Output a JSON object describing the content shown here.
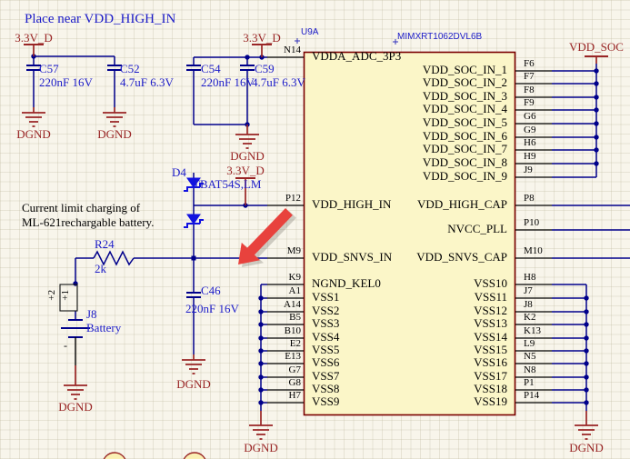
{
  "notes": {
    "place_near": "Place near VDD_HIGH_IN",
    "charging_line1": "Current limit charging of",
    "charging_line2": "ML-621rechargable battery."
  },
  "net_labels": {
    "v33d": "3.3V_D",
    "dgnd": "DGND",
    "vdd_soc": "VDD_SOC"
  },
  "components": {
    "c57": {
      "ref": "C57",
      "value": "220nF 16V"
    },
    "c52": {
      "ref": "C52",
      "value": "4.7uF 6.3V"
    },
    "c54": {
      "ref": "C54",
      "value": "220nF 16V"
    },
    "c59": {
      "ref": "C59",
      "value": "4.7uF 6.3V"
    },
    "c46": {
      "ref": "C46",
      "value": "220nF 16V"
    },
    "r24": {
      "ref": "R24",
      "value": "2k"
    },
    "d4": {
      "ref": "D4",
      "value": "TBAT54S,LM"
    },
    "j8": {
      "ref": "J8",
      "value": "Battery",
      "pin_plus2": "+2",
      "pin_plus1": "+1",
      "minus": "-"
    }
  },
  "ic": {
    "designator": "U9A",
    "part": "MIMXRT1062DVL6B",
    "left_pins": [
      {
        "des": "N14",
        "name": "VDDA_ADC_3P3"
      },
      {
        "des": "P12",
        "name": "VDD_HIGH_IN"
      },
      {
        "des": "M9",
        "name": "VDD_SNVS_IN"
      },
      {
        "des": "K9",
        "name": "NGND_KEL0"
      },
      {
        "des": "A1",
        "name": "VSS1"
      },
      {
        "des": "A14",
        "name": "VSS2"
      },
      {
        "des": "B5",
        "name": "VSS3"
      },
      {
        "des": "B10",
        "name": "VSS4"
      },
      {
        "des": "E2",
        "name": "VSS5"
      },
      {
        "des": "E13",
        "name": "VSS6"
      },
      {
        "des": "G7",
        "name": "VSS7"
      },
      {
        "des": "G8",
        "name": "VSS8"
      },
      {
        "des": "H7",
        "name": "VSS9"
      }
    ],
    "right_pins": [
      {
        "des": "F6",
        "name": "VDD_SOC_IN_1"
      },
      {
        "des": "F7",
        "name": "VDD_SOC_IN_2"
      },
      {
        "des": "F8",
        "name": "VDD_SOC_IN_3"
      },
      {
        "des": "F9",
        "name": "VDD_SOC_IN_4"
      },
      {
        "des": "G6",
        "name": "VDD_SOC_IN_5"
      },
      {
        "des": "G9",
        "name": "VDD_SOC_IN_6"
      },
      {
        "des": "H6",
        "name": "VDD_SOC_IN_7"
      },
      {
        "des": "H9",
        "name": "VDD_SOC_IN_8"
      },
      {
        "des": "J9",
        "name": "VDD_SOC_IN_9"
      },
      {
        "des": "P8",
        "name": "VDD_HIGH_CAP"
      },
      {
        "des": "P10",
        "name": "NVCC_PLL"
      },
      {
        "des": "M10",
        "name": "VDD_SNVS_CAP"
      },
      {
        "des": "H8",
        "name": "VSS10"
      },
      {
        "des": "J7",
        "name": "VSS11"
      },
      {
        "des": "J8",
        "name": "VSS12"
      },
      {
        "des": "K2",
        "name": "VSS13"
      },
      {
        "des": "K13",
        "name": "VSS14"
      },
      {
        "des": "L9",
        "name": "VSS15"
      },
      {
        "des": "N5",
        "name": "VSS16"
      },
      {
        "des": "N8",
        "name": "VSS17"
      },
      {
        "des": "P1",
        "name": "VSS18"
      },
      {
        "des": "P14",
        "name": "VSS19"
      }
    ]
  },
  "colors": {
    "wire": "#00008B",
    "power_net": "#992525",
    "component_text": "#1B1BC8",
    "ic_fill": "#FBF6C8",
    "ic_border": "#7A0000",
    "diode": "#1212E0",
    "arrow": "#E8423D"
  }
}
